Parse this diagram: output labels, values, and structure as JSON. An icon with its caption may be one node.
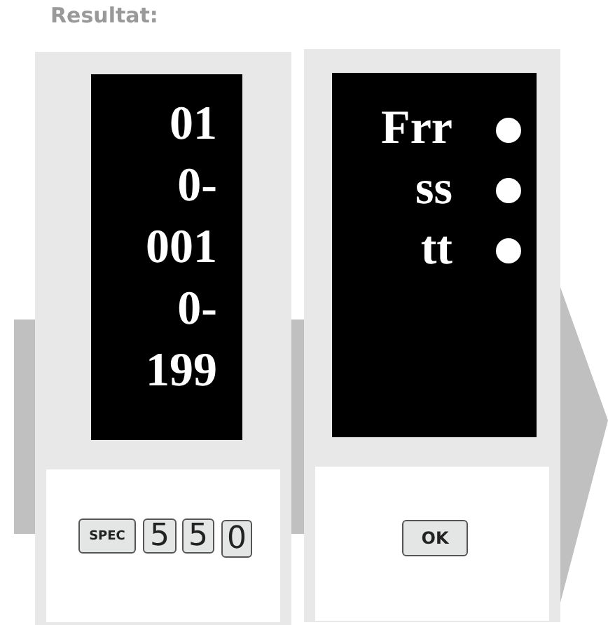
{
  "diagram": {
    "title": "Resultat:",
    "nodes": [
      {
        "text": [],
        "shape": "box"
      },
      {
        "text": [
          "01 0- 001 0- 199"
        ],
        "in": 0
      },
      {
        "text": [],
        "shape": "box",
        "in": 0
      },
      {
        "text": [
          "SPEC"
        ],
        "in": 2
      },
      {
        "text": [
          "5"
        ],
        "in": 2
      },
      {
        "text": [
          "5"
        ],
        "in": 2
      },
      {
        "text": [
          "0"
        ],
        "in": 2
      },
      {
        "text": [],
        "shape": "box"
      },
      {
        "text": [
          "Frr",
          "ss",
          "tt"
        ],
        "in": 7
      },
      {
        "text": [],
        "shape": "box",
        "in": 7
      },
      {
        "text": [
          "OK"
        ],
        "in": 9
      }
    ],
    "edges": []
  }
}
